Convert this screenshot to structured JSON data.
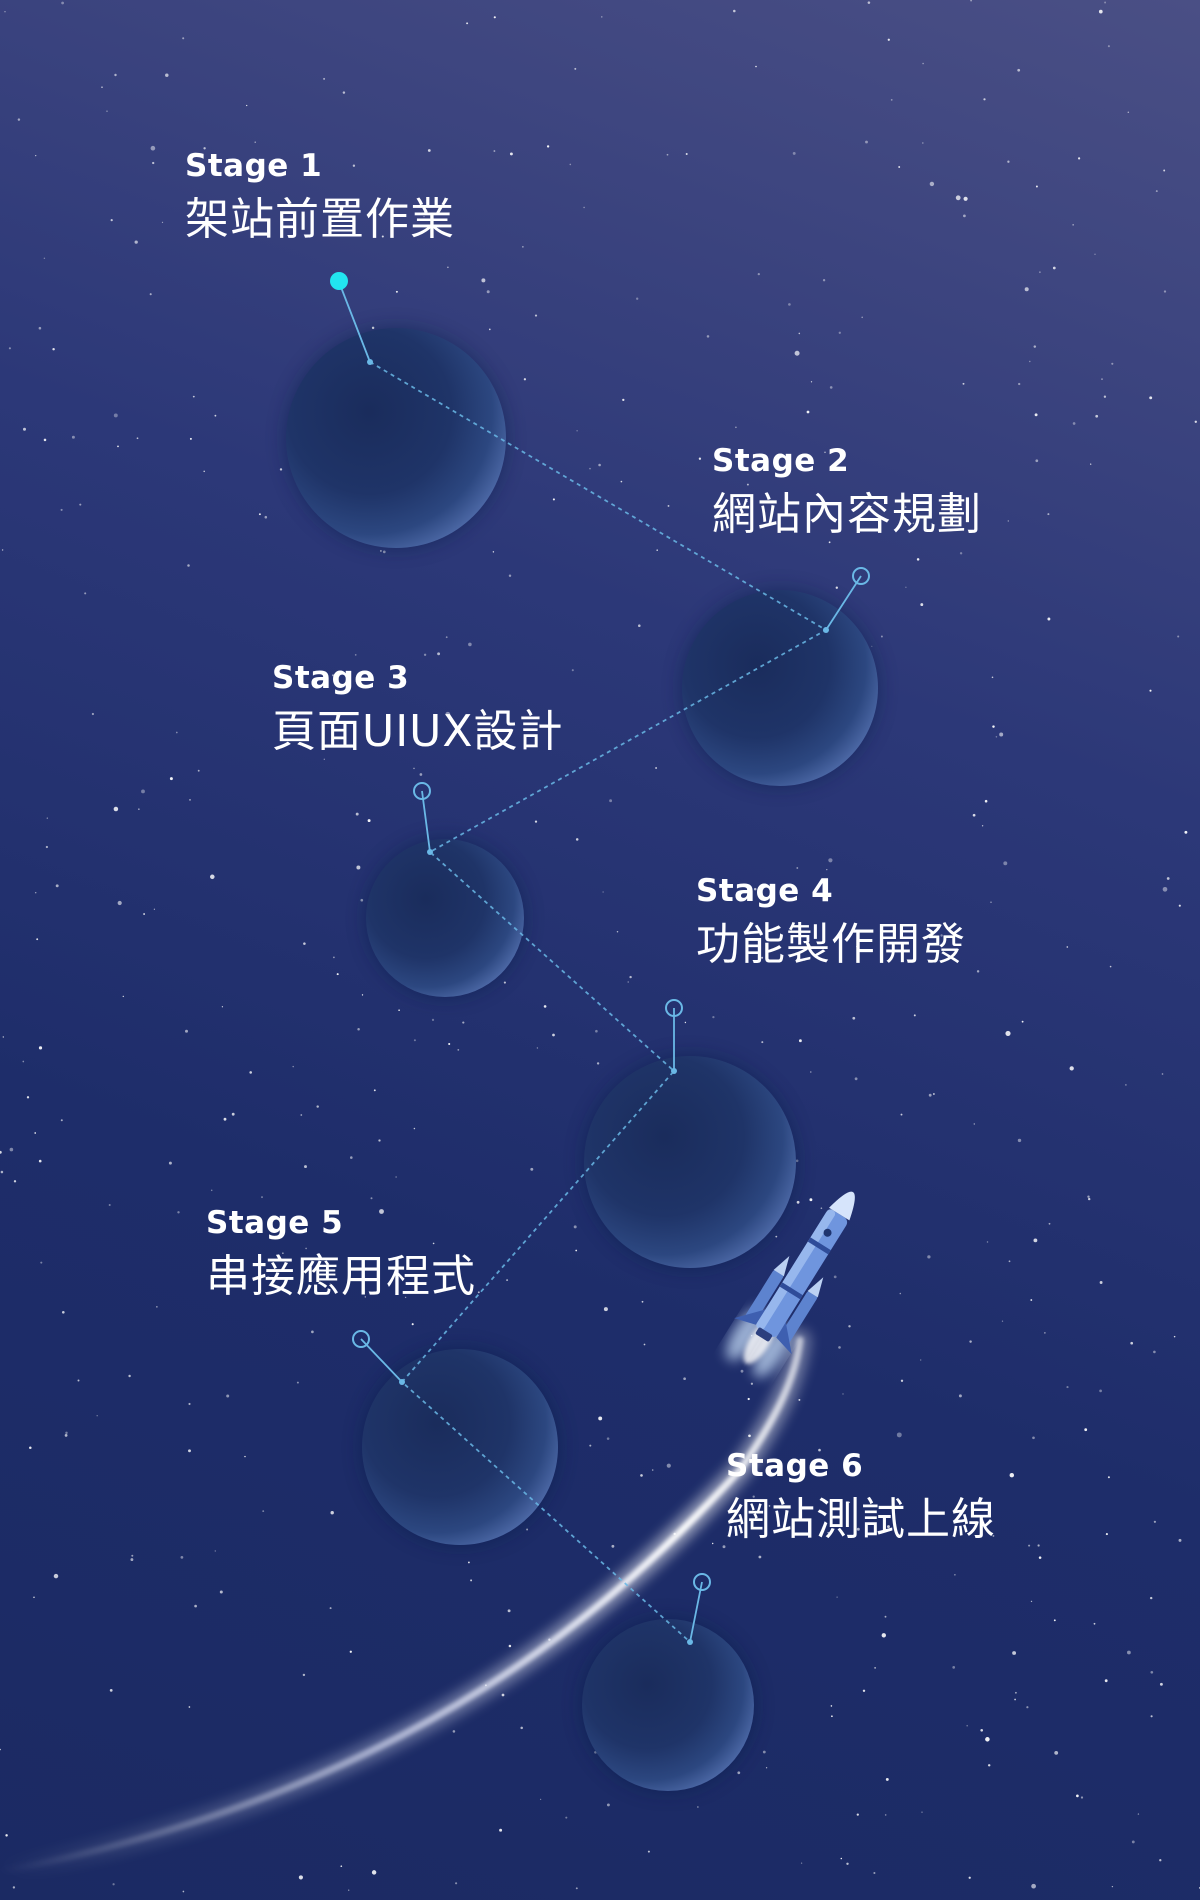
{
  "stages": [
    {
      "label": "Stage 1",
      "title": "架站前置作業"
    },
    {
      "label": "Stage 2",
      "title": "網站內容規劃"
    },
    {
      "label": "Stage 3",
      "title": "頁面UIUX設計"
    },
    {
      "label": "Stage 4",
      "title": "功能製作開發"
    },
    {
      "label": "Stage 5",
      "title": "串接應用程式"
    },
    {
      "label": "Stage 6",
      "title": "網站測試上線"
    }
  ],
  "colors": {
    "background_top": "#4a4f85",
    "background_bottom": "#1b2a63",
    "planet": "#1e3366",
    "connector": "#6ab8e6",
    "active_pin": "#22e5f0",
    "text": "#ffffff"
  },
  "icons": [
    "planet-icon",
    "rocket-icon",
    "location-pin-icon"
  ]
}
